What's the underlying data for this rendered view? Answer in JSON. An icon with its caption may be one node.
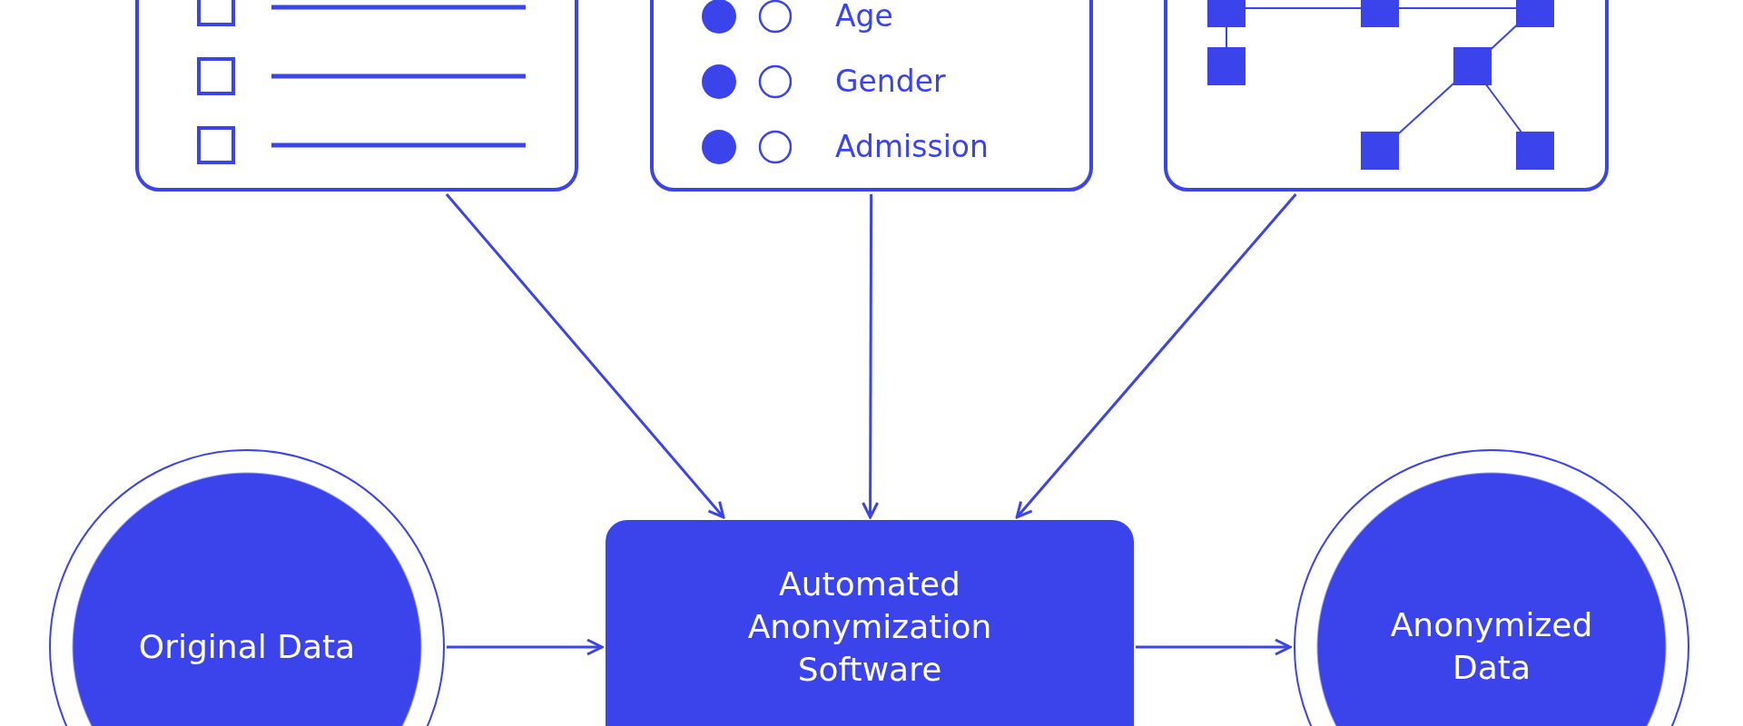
{
  "diagram": {
    "nodes": [
      {
        "text": [],
        "shape": "box"
      },
      {
        "text": [
          "Age",
          "Gender",
          "Admission"
        ]
      },
      {
        "text": [],
        "shape": "box"
      },
      {
        "text": [
          "Original Data"
        ]
      },
      {
        "text": [
          "Automated Anonymization Software"
        ]
      },
      {
        "text": [
          "Anonymized Data"
        ]
      }
    ],
    "edges": [
      {
        "from": 0,
        "to": 4,
        "arrow": "to"
      },
      {
        "from": 1,
        "to": 4,
        "arrow": "to"
      },
      {
        "from": 2,
        "to": 4,
        "arrow": "to"
      },
      {
        "from": 3,
        "to": 4,
        "arrow": "to"
      },
      {
        "from": 4,
        "to": 5,
        "arrow": "to"
      }
    ]
  }
}
